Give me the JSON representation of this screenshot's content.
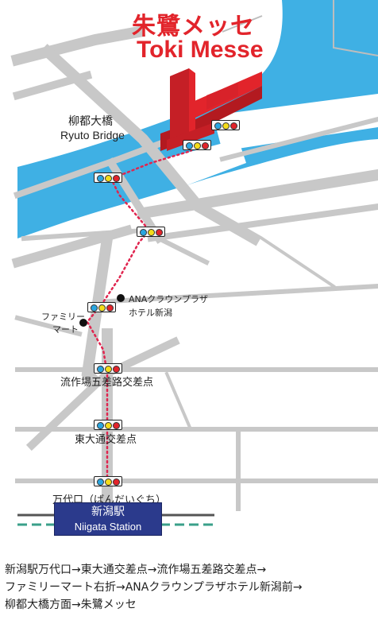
{
  "title": {
    "ja": "朱鷺メッセ",
    "en": "Toki Messe"
  },
  "labels": {
    "bridge_ja": "柳都大橋",
    "bridge_en": "Ryuto Bridge",
    "hotel_line1": "ANAクラウンプラザ",
    "hotel_line2": "ホテル新潟",
    "familymart_line1": "ファミリー",
    "familymart_line2": "マート",
    "intersection_ryusakuba": "流作場五差路交差点",
    "intersection_higashiodori": "東大通交差点",
    "bandaiguchi": "万代口（ばんだいぐち）"
  },
  "station": {
    "ja": "新潟駅",
    "en": "Niigata Station"
  },
  "route_text": [
    "新潟駅万代口→東大通交差点→流作場五差路交差点→",
    "ファミリーマート右折→ANAクラウンプラザホテル新潟前→",
    "柳都大橋方面→朱鷺メッセ"
  ],
  "colors": {
    "water": "#3fb0e4",
    "road": "#c8c8c8",
    "route_dots": "#e0254f",
    "building": "#e2242b",
    "station_bg": "#2b3a8c"
  }
}
